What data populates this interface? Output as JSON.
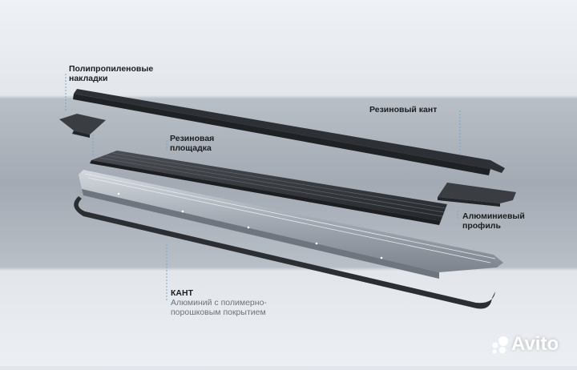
{
  "labels": {
    "polypropylene_pads": [
      "Полипропиленовые",
      "накладки"
    ],
    "rubber_edge": "Резиновый кант",
    "rubber_pad": [
      "Резиновая",
      "площадка"
    ],
    "aluminum_profile": [
      "Алюминиевый",
      "профиль"
    ],
    "edge_title": "КАНТ",
    "edge_desc": [
      "Алюминий с полимерно-",
      "порошковым покрытием"
    ]
  },
  "watermark": {
    "text": "Avito"
  },
  "colors": {
    "background_light": "#e2e6ec",
    "background_band": "#aab1b9",
    "rubber": "#2a2d31",
    "aluminum": "#9aa2ab",
    "leader": "#6fa8c8"
  }
}
